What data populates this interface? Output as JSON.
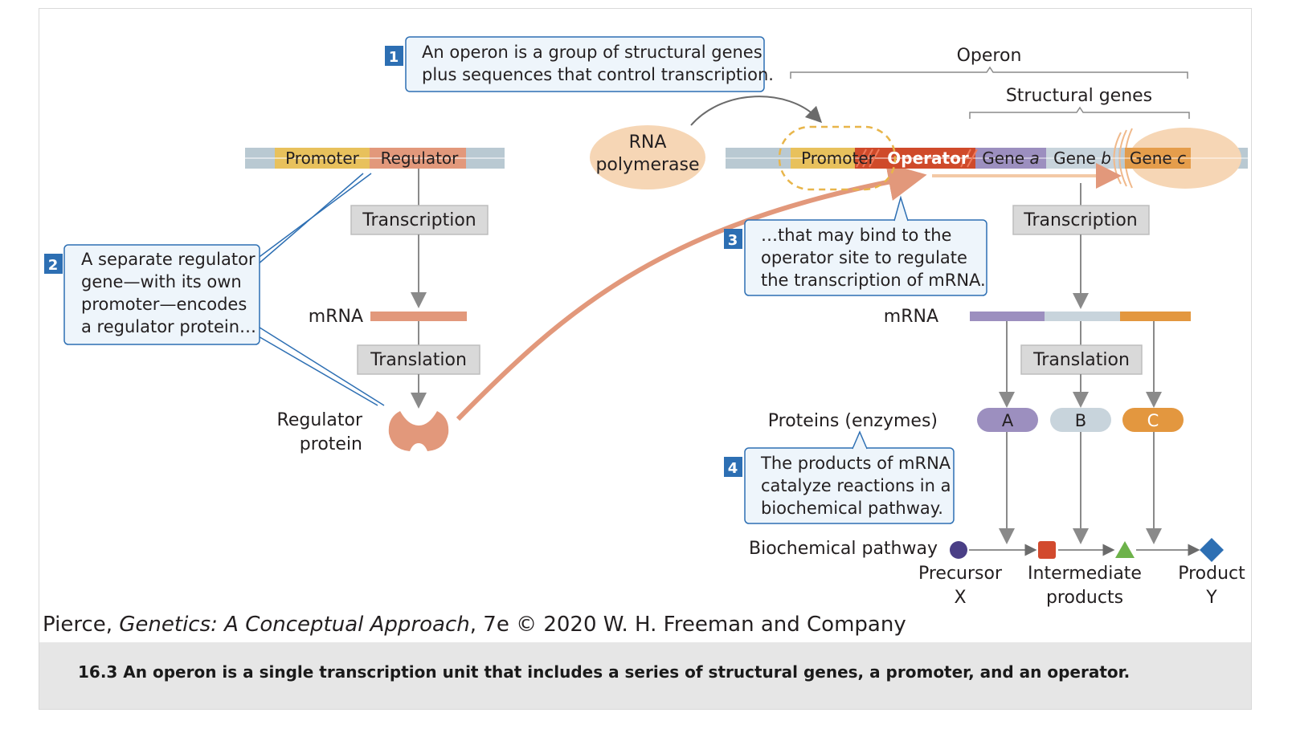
{
  "colors": {
    "dna": "#b9c9d2",
    "promoter": "#e8c15c",
    "regulator": "#e2987b",
    "operator": "#cf4a2a",
    "gene_a": "#9c8fbf",
    "gene_b": "#c8d4dc",
    "gene_c": "#e3973f",
    "rna_polymerase": "#f6d6b5",
    "callout_border": "#2d6fb3",
    "step_badge": "#2d6fb3",
    "process_box": "#d9d9d9",
    "precursor": "#4a3f86",
    "intermediate_square": "#d24a2e",
    "intermediate_triangle": "#6db24a",
    "product": "#2d6fb3"
  },
  "callouts": {
    "step1": {
      "num": "1",
      "line1": "An operon is a group of structural genes",
      "line2": "plus sequences that control transcription."
    },
    "step2": {
      "num": "2",
      "line1": "A separate regulator",
      "line2": "gene—with its own",
      "line3": "promoter—encodes",
      "line4": "a regulator protein…"
    },
    "step3": {
      "num": "3",
      "line1": "…that may bind to the",
      "line2": "operator site to regulate",
      "line3": "the transcription of mRNA."
    },
    "step4": {
      "num": "4",
      "line1": "The products of mRNA",
      "line2": "catalyze reactions in a",
      "line3": "biochemical pathway."
    }
  },
  "left": {
    "promoter": "Promoter",
    "regulator": "Regulator",
    "transcription": "Transcription",
    "mrna": "mRNA",
    "translation": "Translation",
    "protein_line1": "Regulator",
    "protein_line2": "protein"
  },
  "rna_polymerase": {
    "line1": "RNA",
    "line2": "polymerase"
  },
  "operon": {
    "operon_label": "Operon",
    "structural_genes_label": "Structural genes",
    "promoter": "Promoter",
    "operator": "Operator",
    "gene_a_word": "Gene ",
    "gene_a_letter": "a",
    "gene_b_word": "Gene ",
    "gene_b_letter": "b",
    "gene_c_word": "Gene ",
    "gene_c_letter": "c",
    "transcription": "Transcription",
    "mrna": "mRNA",
    "translation": "Translation",
    "proteins_label": "Proteins (enzymes)",
    "protein_a": "A",
    "protein_b": "B",
    "protein_c": "C"
  },
  "pathway": {
    "label": "Biochemical pathway",
    "precursor_line1": "Precursor",
    "precursor_line2": "X",
    "intermediate_line1": "Intermediate",
    "intermediate_line2": "products",
    "product_line1": "Product",
    "product_line2": "Y"
  },
  "credit": {
    "author": "Pierce, ",
    "book": "Genetics: A Conceptual Approach",
    "rest": ", 7e © 2020 W. H. Freeman and Company"
  },
  "caption": "16.3 An operon is a single transcription unit that includes a series of structural genes, a promoter, and an operator."
}
